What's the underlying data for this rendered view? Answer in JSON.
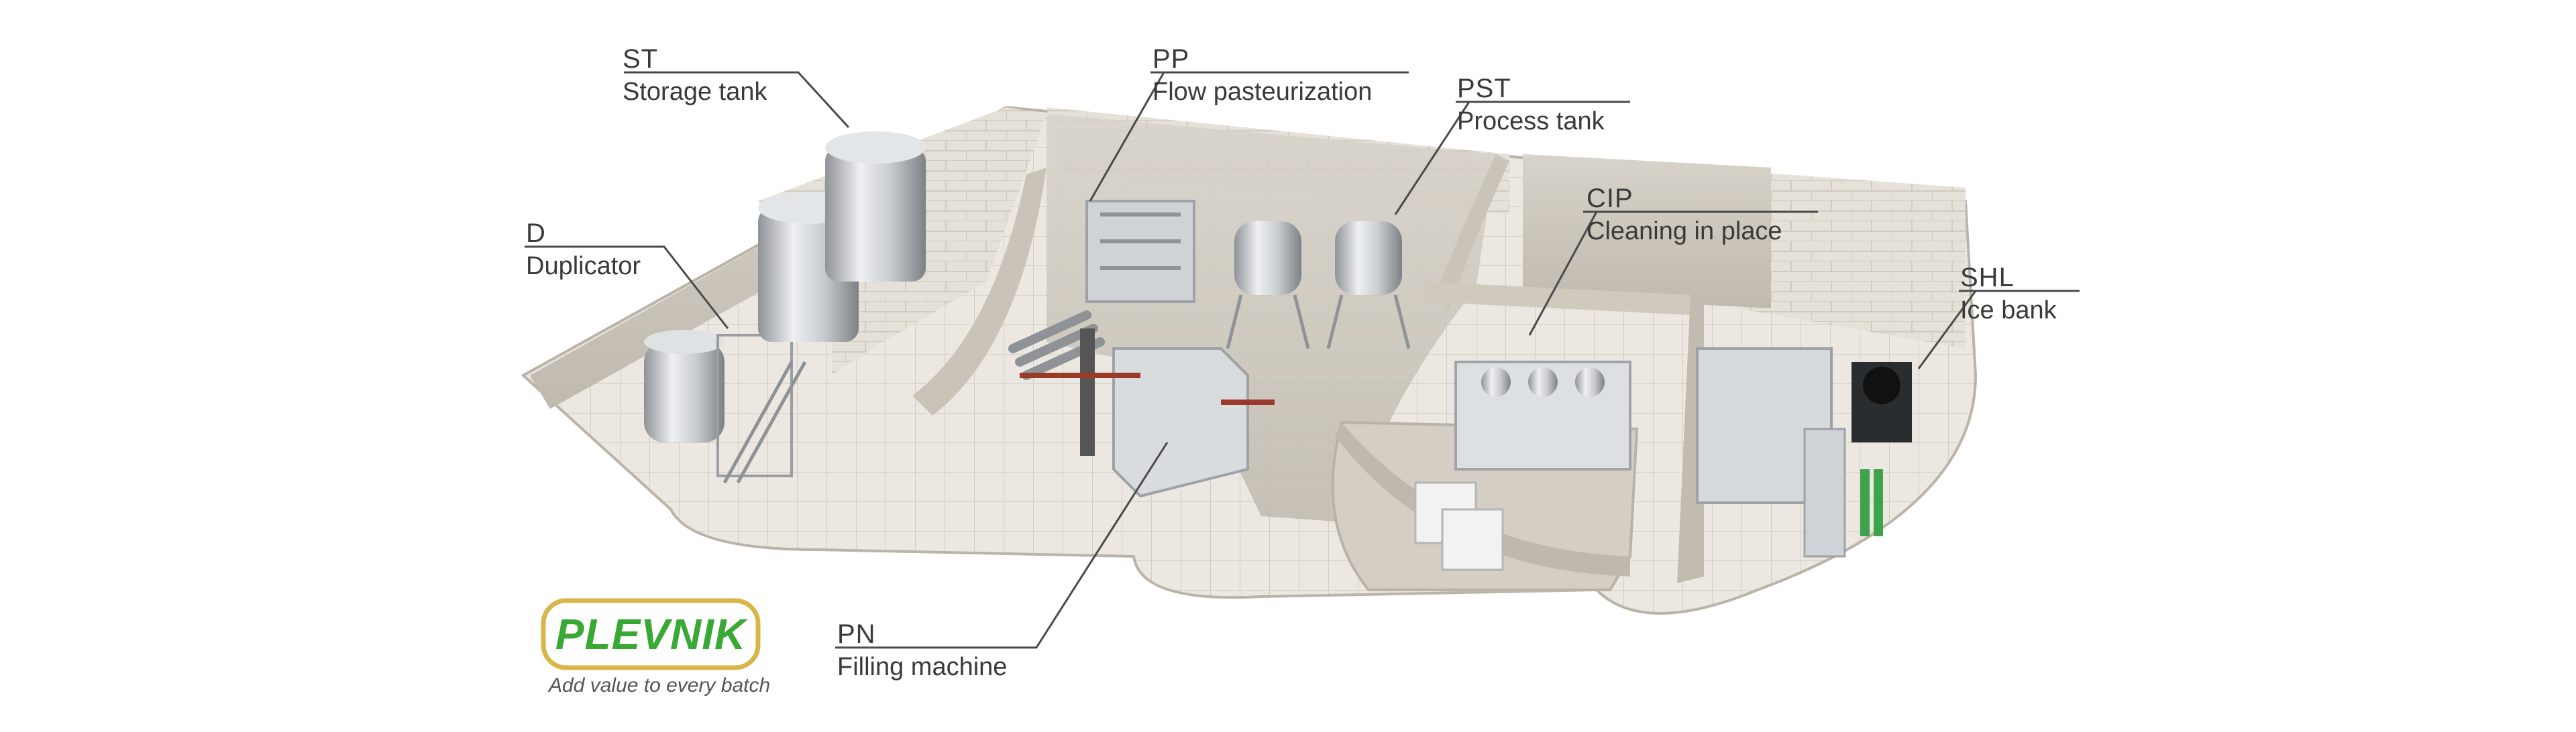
{
  "brand": {
    "name": "PLEVNIK",
    "tagline": "Add value to every batch",
    "green": "#3aa835",
    "gold": "#d8b64a"
  },
  "labels": [
    {
      "id": "st",
      "code": "ST",
      "text": "Storage tank"
    },
    {
      "id": "pp",
      "code": "PP",
      "text": "Flow pasteurization"
    },
    {
      "id": "pst",
      "code": "PST",
      "text": "Process tank"
    },
    {
      "id": "d",
      "code": "D",
      "text": "Duplicator"
    },
    {
      "id": "cip",
      "code": "CIP",
      "text": "Cleaning in place"
    },
    {
      "id": "shl",
      "code": "SHL",
      "text": "Ice bank"
    },
    {
      "id": "pn",
      "code": "PN",
      "text": "Filling machine"
    }
  ]
}
